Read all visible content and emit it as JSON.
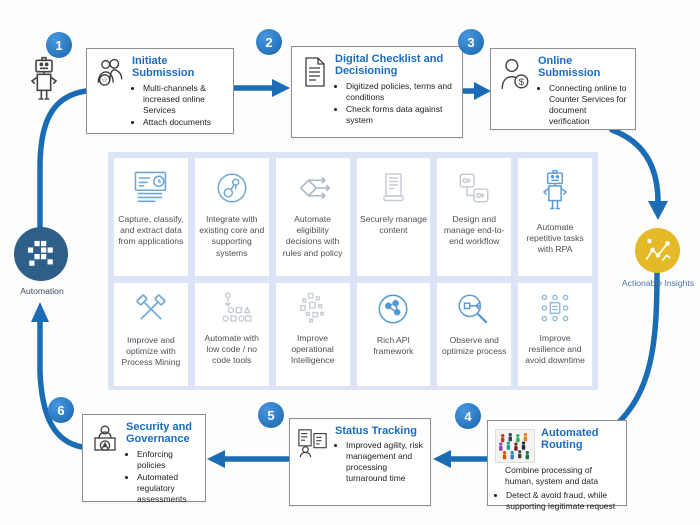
{
  "colors": {
    "arrow_blue": "#1a6cb5",
    "step_circle_blue": "#2377c4",
    "title_blue": "#1b6cbf",
    "grid_bg": "#dee4f7",
    "card_bg": "#ffffff",
    "automation_circle": "#2e5f88",
    "insights_circle": "#e4ba28",
    "icon_blue": "#6ea7d6",
    "icon_gray": "#c6cbd3"
  },
  "hubs": {
    "automation": {
      "label": "Automation",
      "icon": "automation-pixel-icon"
    },
    "insights": {
      "label": "Actionable Insights",
      "icon": "insights-chart-icon"
    }
  },
  "steps": [
    {
      "number": "1",
      "title": "Initiate Submission",
      "icon": "people-star-icon",
      "bullets": [
        "Multi-channels & increased online Services",
        "Attach documents"
      ]
    },
    {
      "number": "2",
      "title": "Digital Checklist and Decisioning",
      "icon": "checklist-icon",
      "bullets": [
        "Digitized policies, terms and conditions",
        "Check forms data against system"
      ]
    },
    {
      "number": "3",
      "title": "Online Submission",
      "icon": "person-dollar-icon",
      "bullets": [
        "Connecting online to Counter Services for document verification"
      ]
    },
    {
      "number": "4",
      "title": "Automated Routing",
      "icon": "crowd-icon",
      "intro": "Combine processing of human, system and data",
      "bullets": [
        "Detect & avoid fraud, while supporting legitimate request"
      ]
    },
    {
      "number": "5",
      "title": "Status Tracking",
      "icon": "status-windows-icon",
      "bullets": [
        "Improved agility, risk management and processing turnaround time"
      ]
    },
    {
      "number": "6",
      "title": "Security and Governance",
      "icon": "security-badge-icon",
      "bullets": [
        "Enforcing policies",
        "Automated regulatory assessments"
      ]
    }
  ],
  "capabilities": [
    {
      "label": "Capture, classify, and extract data from applications",
      "icon": "document-scan-icon"
    },
    {
      "label": "Integrate with existing core and supporting systems",
      "icon": "integration-icon"
    },
    {
      "label": "Automate eligibility decisions with rules and policy",
      "icon": "decision-arrows-icon"
    },
    {
      "label": "Securely manage content",
      "icon": "content-doc-icon"
    },
    {
      "label": "Design and manage end-to-end workflow",
      "icon": "workflow-blocks-icon"
    },
    {
      "label": "Automate repetitive tasks with RPA",
      "icon": "rpa-robot-icon"
    },
    {
      "label": "Improve and optimize with Process Mining",
      "icon": "process-mining-icon"
    },
    {
      "label": "Automate with low code / no code tools",
      "icon": "low-code-icon"
    },
    {
      "label": "Improve operational Intelligence",
      "icon": "operational-intelligence-icon"
    },
    {
      "label": "Rich API framework",
      "icon": "api-icon"
    },
    {
      "label": "Observe and optimize process",
      "icon": "observe-magnifier-icon"
    },
    {
      "label": "Improve resilience and avoid downtime",
      "icon": "resilience-dots-icon"
    }
  ]
}
